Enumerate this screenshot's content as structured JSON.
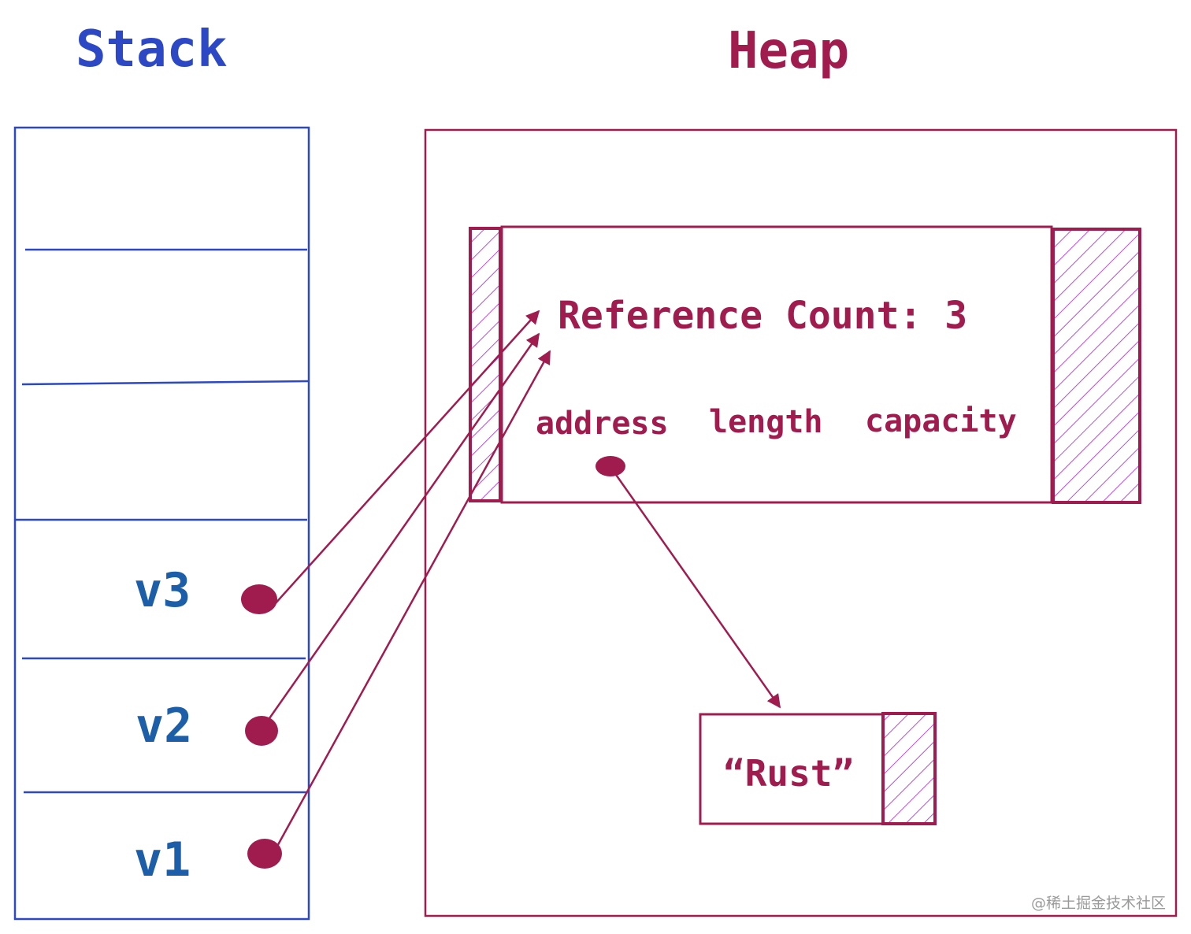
{
  "stack": {
    "title": "Stack",
    "variables": [
      "v3",
      "v2",
      "v1"
    ]
  },
  "heap": {
    "title": "Heap",
    "rc_block": {
      "label": "Reference Count: 3",
      "fields": [
        "address",
        "length",
        "capacity"
      ]
    },
    "string_block": {
      "label": "“Rust”"
    }
  },
  "watermark": "@稀土掘金技术社区",
  "colors": {
    "stack": "#2d48c4",
    "stack_text": "#1c5fa8",
    "heap": "#a01c4f",
    "hatch": "#b84fd8"
  }
}
